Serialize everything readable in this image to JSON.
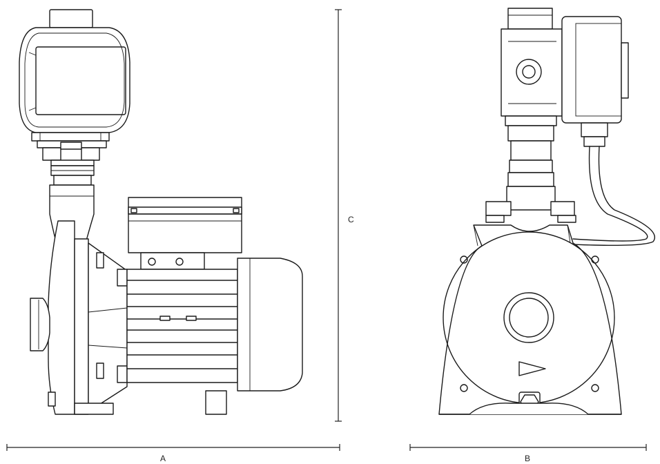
{
  "dimensions": {
    "width_label": "A",
    "depth_label": "B",
    "height_label": "C"
  }
}
